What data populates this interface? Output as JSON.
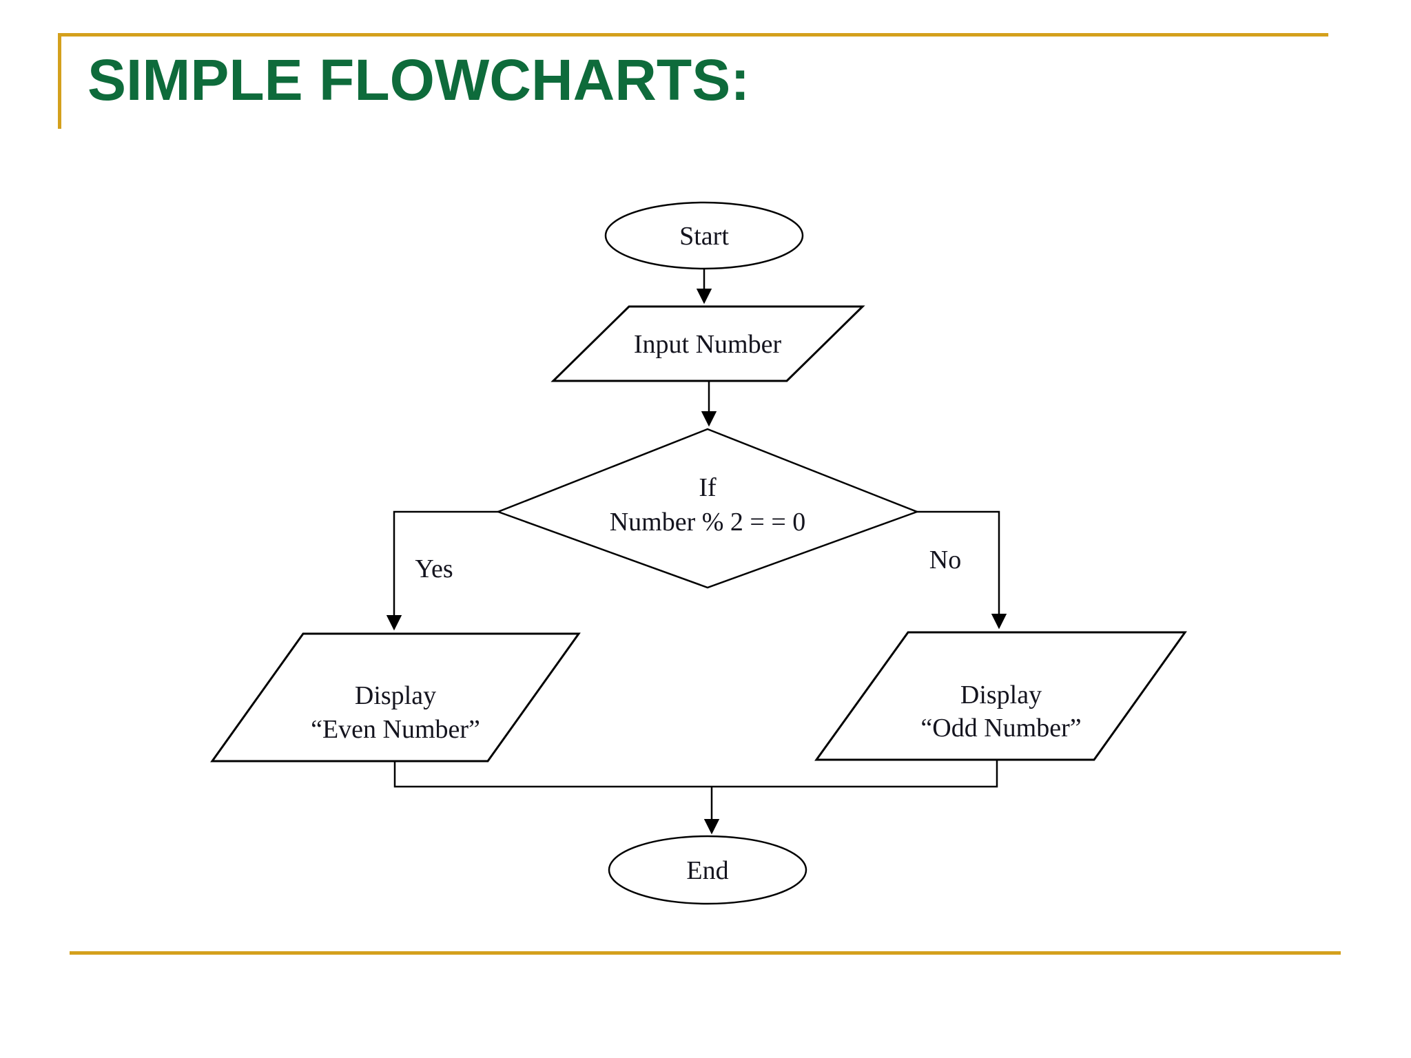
{
  "slide": {
    "title": "SIMPLE FLOWCHARTS:",
    "colors": {
      "title_green": "#0E6B3B",
      "border_gold": "#D4A01C",
      "shape_outline": "#000000",
      "label_text": "#14141E",
      "background": "#FFFFFF"
    }
  },
  "flowchart": {
    "start": {
      "type": "terminator",
      "label": "Start"
    },
    "input": {
      "type": "input-output",
      "label": "Input Number"
    },
    "decision": {
      "type": "decision",
      "line1": "If",
      "line2": "Number % 2 = = 0"
    },
    "yes_branch": {
      "label": "Yes"
    },
    "no_branch": {
      "label": "No"
    },
    "display_even": {
      "type": "input-output",
      "line1": "Display",
      "line2": "“Even Number”"
    },
    "display_odd": {
      "type": "input-output",
      "line1": "Display",
      "line2": "“Odd Number”"
    },
    "end": {
      "type": "terminator",
      "label": "End"
    }
  }
}
